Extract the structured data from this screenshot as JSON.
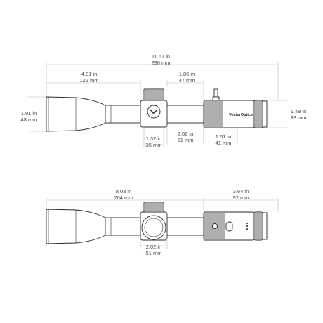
{
  "brand": "VectorOptics",
  "top_view": {
    "overall_length": {
      "in": "11.67 in",
      "mm": "296 mm"
    },
    "objective_section": {
      "in": "4.81 in",
      "mm": "122 mm"
    },
    "rear_section": {
      "in": "1.86 in",
      "mm": "47 mm"
    },
    "objective_diameter": {
      "in": "1.91 in",
      "mm": "48 mm"
    },
    "eyepiece_diameter": {
      "in": "1.48 in",
      "mm": "38 mm"
    },
    "turret_height": {
      "in": "1.37 in",
      "mm": "35 mm"
    },
    "mounting_length": {
      "in": "2.02 in",
      "mm": "51 mm"
    },
    "ocular_length": {
      "in": "1.61 in",
      "mm": "41 mm"
    }
  },
  "side_view": {
    "front_length": {
      "in": "8.03 in",
      "mm": "204 mm"
    },
    "rear_length": {
      "in": "3.64 in",
      "mm": "92 mm"
    },
    "mounting_length": {
      "in": "2.02 in",
      "mm": "51 mm"
    }
  }
}
